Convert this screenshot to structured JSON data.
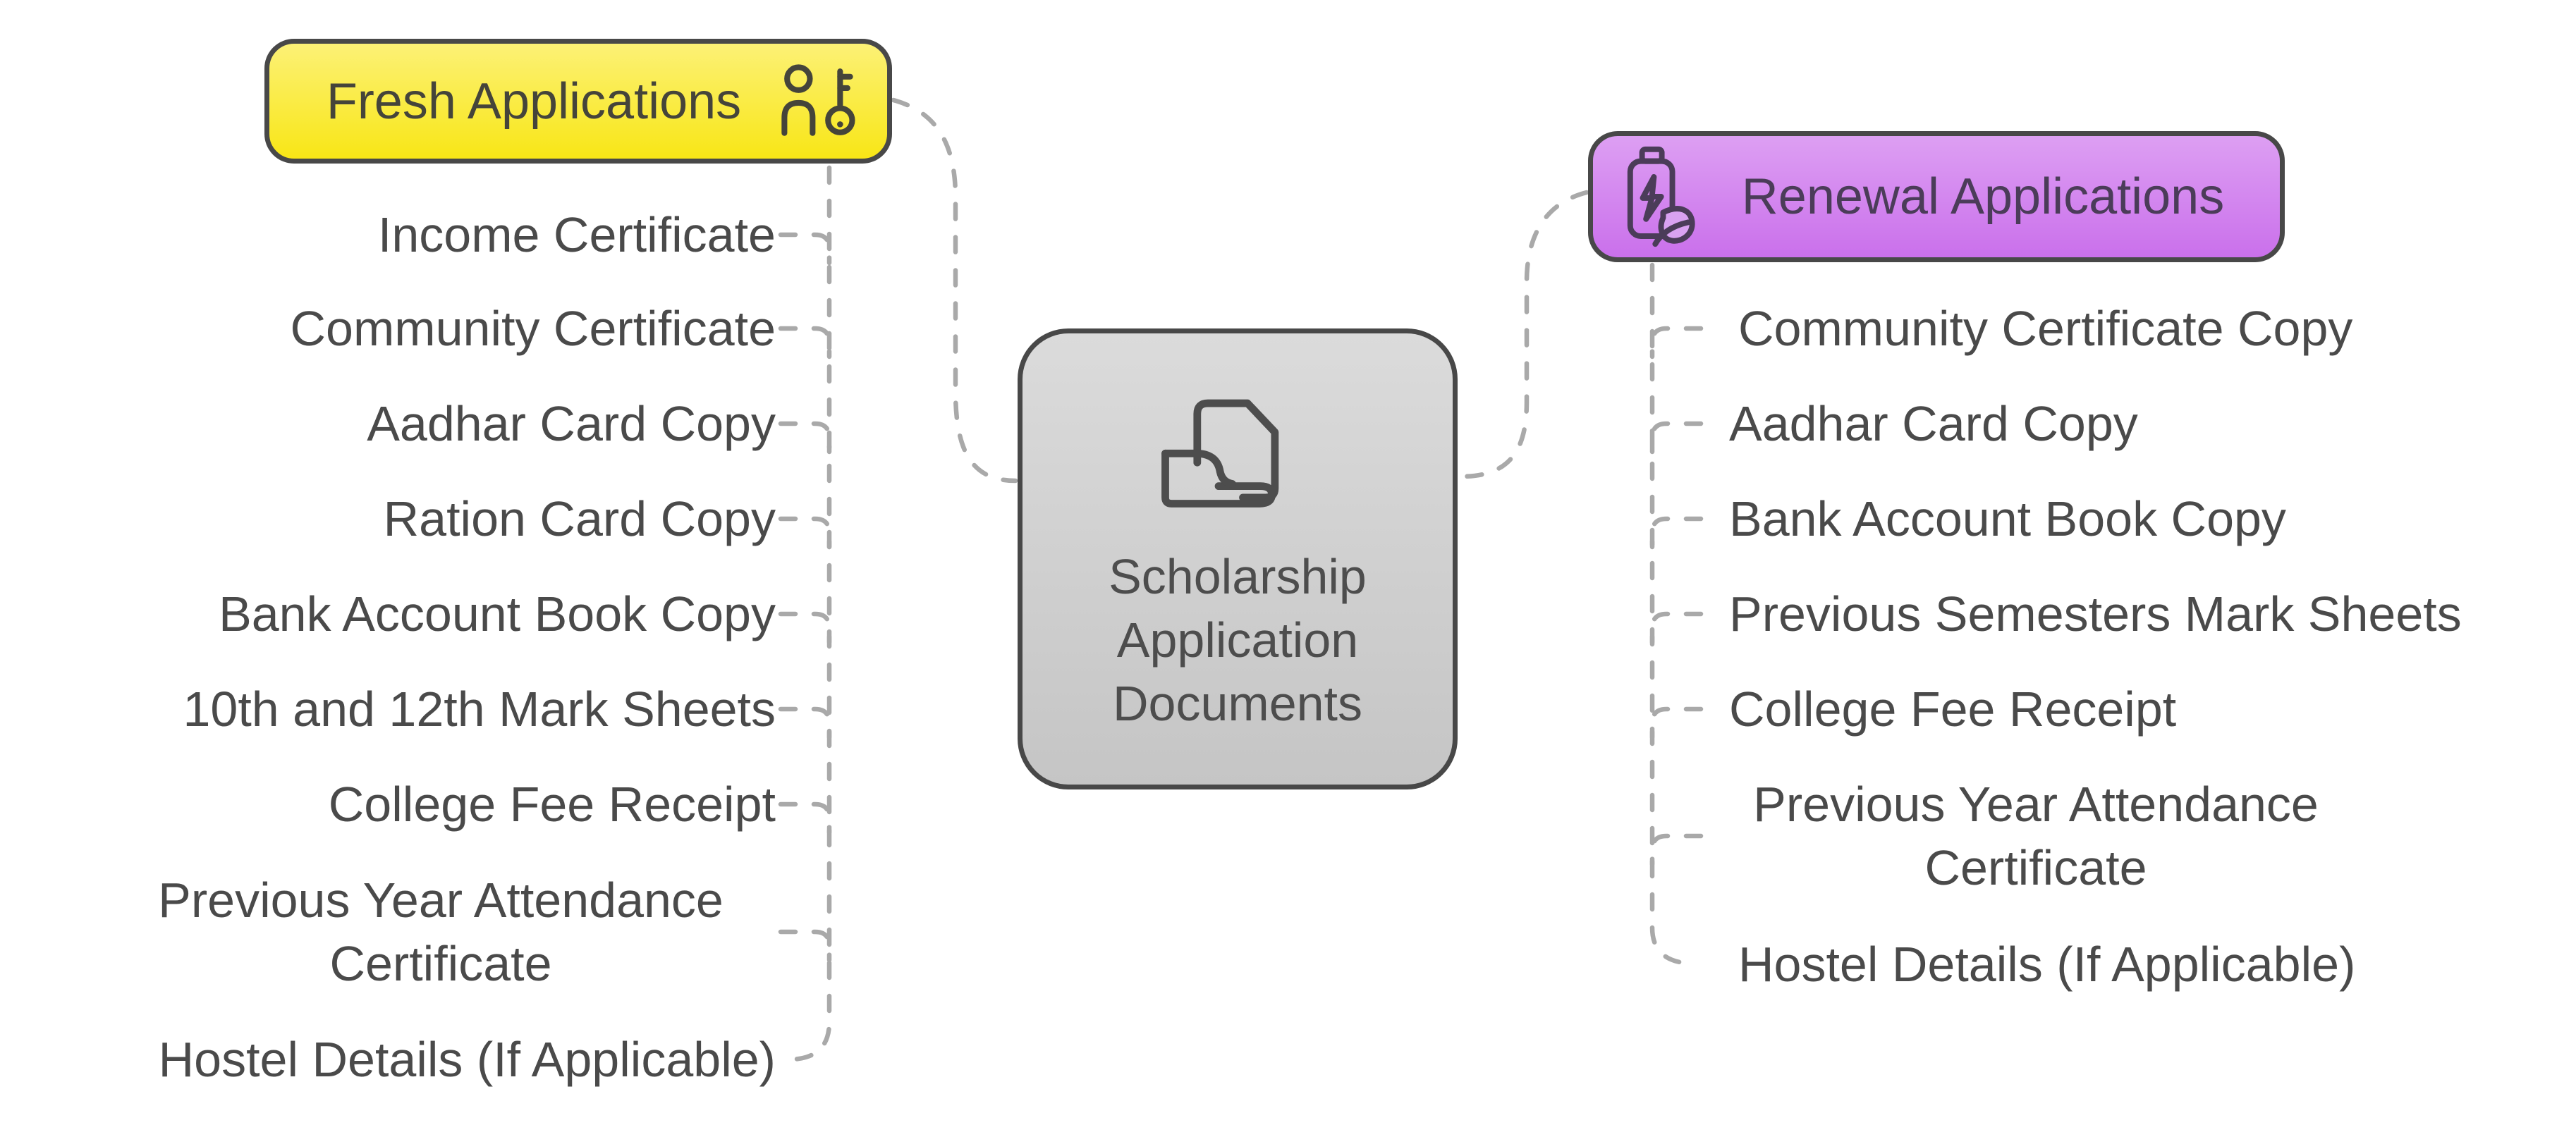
{
  "diagram": {
    "title": "Scholarship Application Documents mind map",
    "center": {
      "label_lines": [
        "Scholarship",
        "Application",
        "Documents"
      ],
      "icon": "document-hand-icon",
      "color_top": "#DBDBDB",
      "color_bottom": "#C5C5C5",
      "text_color": "#4d4d4d"
    },
    "fresh": {
      "label": "Fresh Applications",
      "icon": "person-key-icon",
      "color_top": "#FCF176",
      "color_bottom": "#F8E616",
      "text_color": "#45443a",
      "items": [
        "Income Certificate",
        "Community Certificate",
        "Aadhar Card Copy",
        "Ration Card Copy",
        "Bank Account Book Copy",
        "10th and 12th Mark Sheets",
        "College Fee Receipt",
        "Previous Year Attendance\nCertificate",
        "Hostel Details (If Applicable)"
      ]
    },
    "renewal": {
      "label": "Renewal Applications",
      "icon": "battery-leaf-icon",
      "color_top": "#DD9FF3",
      "color_bottom": "#CA70EB",
      "text_color": "#4b3c59",
      "items": [
        "Community Certificate Copy",
        "Aadhar Card Copy",
        "Bank Account Book Copy",
        "Previous Semesters Mark Sheets",
        "College Fee Receipt",
        "Previous Year Attendance\nCertificate",
        "Hostel Details (If Applicable)"
      ]
    },
    "connector_color": "#A9A9A9",
    "border_color": "#484848",
    "item_text_color": "#4a4a4a"
  }
}
